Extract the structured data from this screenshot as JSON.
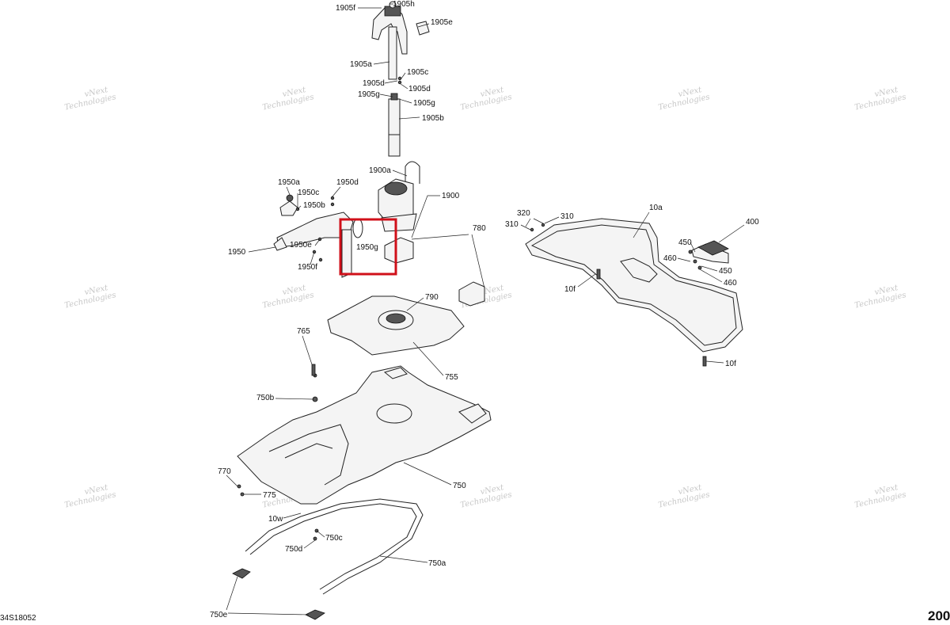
{
  "watermark_lines": [
    "vNext",
    "Technologies"
  ],
  "callouts": [
    {
      "id": "c1905f",
      "text": "1905f"
    },
    {
      "id": "c1905h",
      "text": "1905h"
    },
    {
      "id": "c1905e",
      "text": "1905e"
    },
    {
      "id": "c1905a",
      "text": "1905a"
    },
    {
      "id": "c1905c",
      "text": "1905c"
    },
    {
      "id": "c1905d1",
      "text": "1905d"
    },
    {
      "id": "c1905d2",
      "text": "1905d"
    },
    {
      "id": "c1905g1",
      "text": "1905g"
    },
    {
      "id": "c1905g2",
      "text": "1905g"
    },
    {
      "id": "c1905b",
      "text": "1905b"
    },
    {
      "id": "c1900a",
      "text": "1900a"
    },
    {
      "id": "c1900",
      "text": "1900"
    },
    {
      "id": "c1950a",
      "text": "1950a"
    },
    {
      "id": "c1950c",
      "text": "1950c"
    },
    {
      "id": "c1950d",
      "text": "1950d"
    },
    {
      "id": "c1950b",
      "text": "1950b"
    },
    {
      "id": "c1950",
      "text": "1950"
    },
    {
      "id": "c1950e",
      "text": "1950e"
    },
    {
      "id": "c1950f",
      "text": "1950f"
    },
    {
      "id": "c1950g",
      "text": "1950g"
    },
    {
      "id": "c780",
      "text": "780"
    },
    {
      "id": "c790",
      "text": "790"
    },
    {
      "id": "c765",
      "text": "765"
    },
    {
      "id": "c755",
      "text": "755"
    },
    {
      "id": "c750b",
      "text": "750b"
    },
    {
      "id": "c750",
      "text": "750"
    },
    {
      "id": "c770",
      "text": "770"
    },
    {
      "id": "c775",
      "text": "775"
    },
    {
      "id": "c10w",
      "text": "10w"
    },
    {
      "id": "c750c",
      "text": "750c"
    },
    {
      "id": "c750d",
      "text": "750d"
    },
    {
      "id": "c750a",
      "text": "750a"
    },
    {
      "id": "c750e",
      "text": "750e"
    },
    {
      "id": "c320",
      "text": "320"
    },
    {
      "id": "c310a",
      "text": "310"
    },
    {
      "id": "c310b",
      "text": "310"
    },
    {
      "id": "c10a",
      "text": "10a"
    },
    {
      "id": "c400",
      "text": "400"
    },
    {
      "id": "c450a",
      "text": "450"
    },
    {
      "id": "c460a",
      "text": "460"
    },
    {
      "id": "c450b",
      "text": "450"
    },
    {
      "id": "c460b",
      "text": "460"
    },
    {
      "id": "c10f1",
      "text": "10f"
    },
    {
      "id": "c10f2",
      "text": "10f"
    }
  ],
  "highlight_color": "#d0101a",
  "drawing_code": "34S18052",
  "page_number": "200"
}
